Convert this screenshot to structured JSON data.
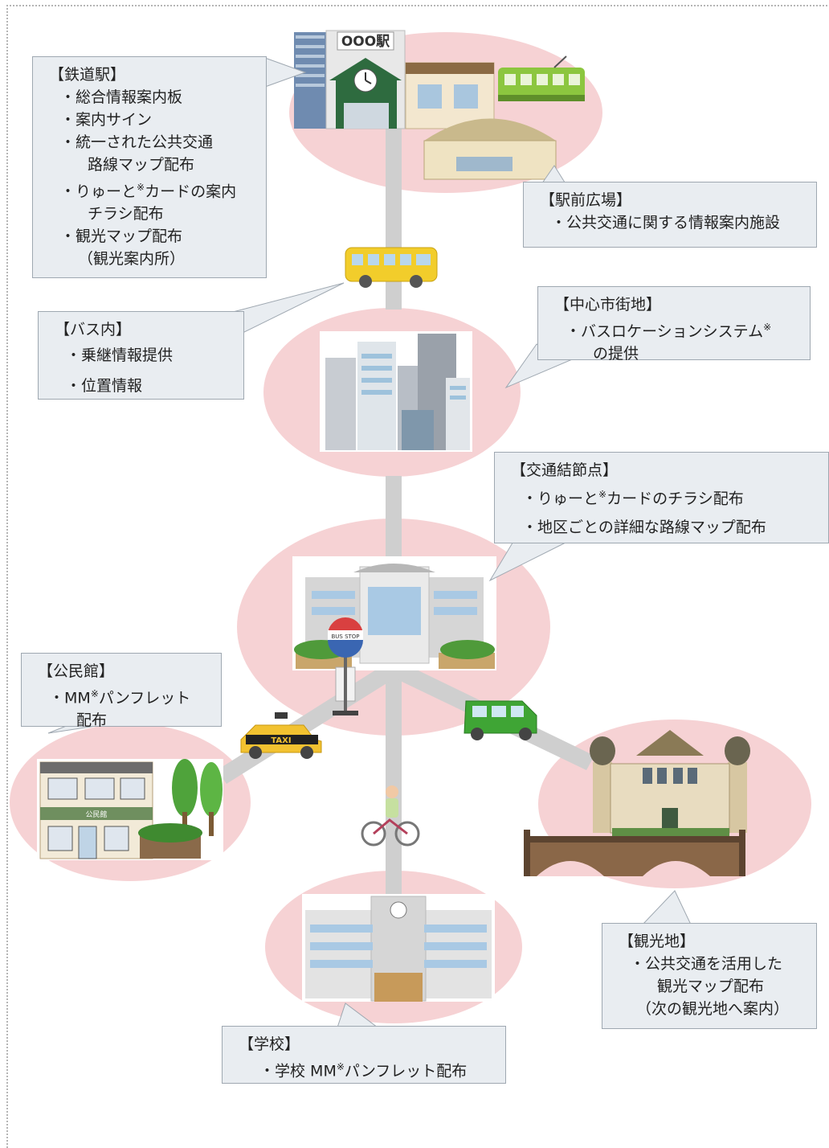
{
  "station_sign": "OOO駅",
  "taxi_sign": "TAXI",
  "bus_stop_sign": "BUS STOP",
  "community_hall_sign": "公民館",
  "callouts": {
    "railway": {
      "title": "【鉄道駅】",
      "items": [
        "総合情報案内板",
        "案内サイン",
        "統一された公共交通",
        "りゅーと",
        "観光マップ配布"
      ],
      "item3_cont": "路線マップ配布",
      "item4_rest": "カードの案内",
      "item4_cont": "チラシ配布",
      "item5_cont": "（観光案内所）"
    },
    "plaza": {
      "title": "【駅前広場】",
      "items": [
        "公共交通に関する情報案内施設"
      ]
    },
    "bus": {
      "title": "【バス内】",
      "items": [
        "乗継情報提供",
        "位置情報"
      ]
    },
    "downtown": {
      "title": "【中心市街地】",
      "items": [
        "バスロケーションシステム"
      ],
      "item1_cont": "の提供"
    },
    "node": {
      "title": "【交通結節点】",
      "items": [
        "りゅーと",
        "地区ごとの詳細な路線マップ配布"
      ],
      "item1_rest": "カードのチラシ配布"
    },
    "hall": {
      "title": "【公民館】",
      "items": [
        "MM"
      ],
      "item1_rest": "パンフレット",
      "item1_cont": "配布"
    },
    "tourist": {
      "title": "【観光地】",
      "items": [
        "公共交通を活用した"
      ],
      "item1_cont": "観光マップ配布",
      "item1_cont2": "（次の観光地へ案内）"
    },
    "school": {
      "title": "【学校】",
      "items": [
        "学校 MM"
      ],
      "item1_rest": "パンフレット配布"
    }
  },
  "note_mark": "※",
  "colors": {
    "bubble": "#f6d2d4",
    "road": "#cfcfcf",
    "callout_bg": "#e9edf1",
    "callout_border": "#9fa8b1",
    "bus_yellow": "#f2cd2b",
    "train_green": "#8cc63f",
    "van_green": "#3fa535",
    "taxi_yellow": "#f2c230"
  },
  "icons": [
    "station-building-icon",
    "train-icon",
    "dome-building-icon",
    "bus-icon",
    "city-buildings-icon",
    "terminal-building-icon",
    "bus-stop-sign-icon",
    "taxi-icon",
    "van-icon",
    "bicycle-rider-icon",
    "community-hall-icon",
    "tree-icon",
    "historic-building-icon",
    "bridge-icon",
    "school-building-icon"
  ]
}
